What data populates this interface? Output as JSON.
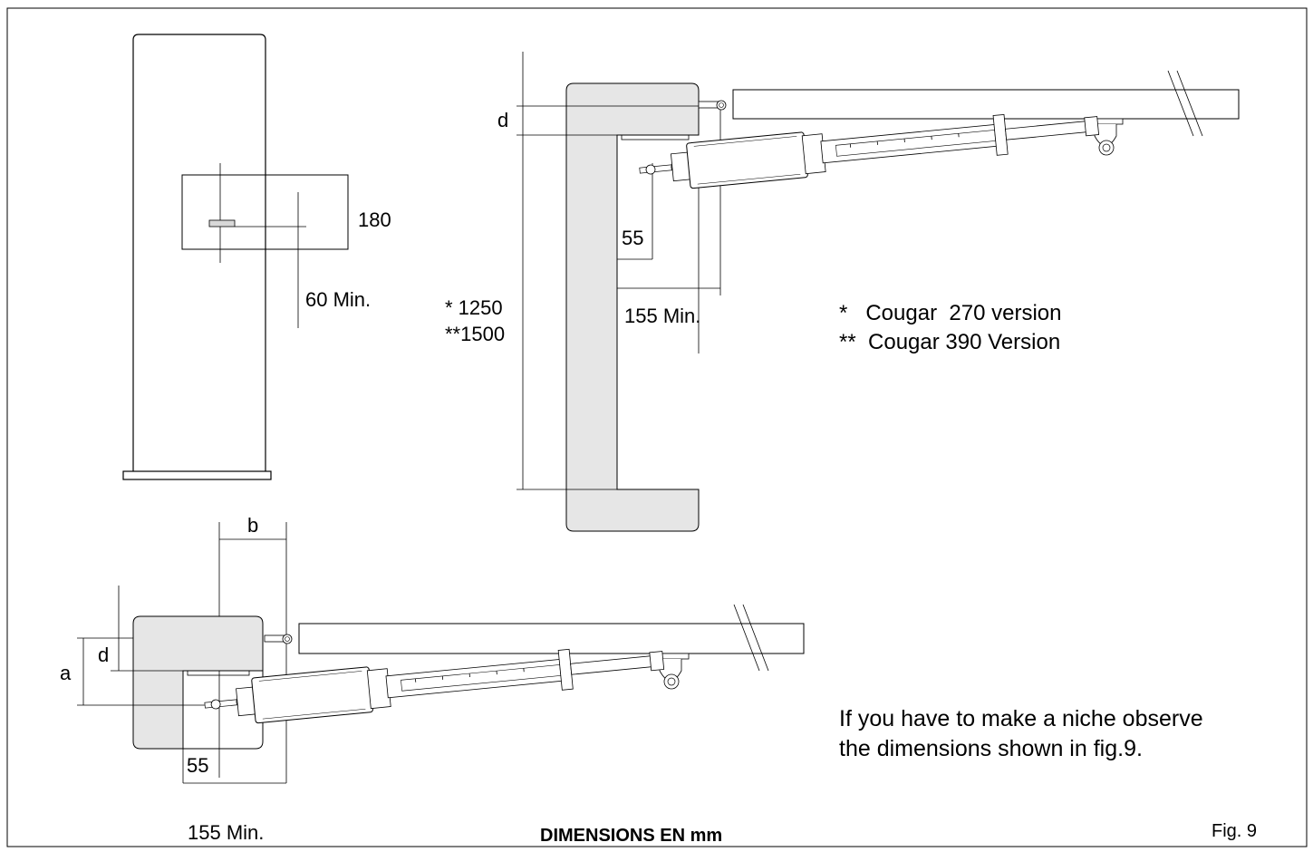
{
  "labels": {
    "dim_180": "180",
    "dim_60min": "60 Min.",
    "dim_d_top": "d",
    "dim_55_top": "55",
    "dim_155_top": "155 Min.",
    "dim_1250": "* 1250",
    "dim_1500": "**1500",
    "legend_line1": "*   Cougar  270 version",
    "legend_line2": "**  Cougar 390 Version",
    "dim_b": "b",
    "dim_a": "a",
    "dim_d_bottom": "d",
    "dim_55_bottom": "55",
    "dim_155_bottom": "155 Min.",
    "note_line1": "If you have to make a niche observe",
    "note_line2": "the dimensions shown in fig.9.",
    "footer_title": "DIMENSIONS EN mm",
    "fig_label": "Fig. 9"
  },
  "colors": {
    "niche_fill": "#e6e6e6",
    "line": "#000000",
    "background": "#ffffff"
  }
}
